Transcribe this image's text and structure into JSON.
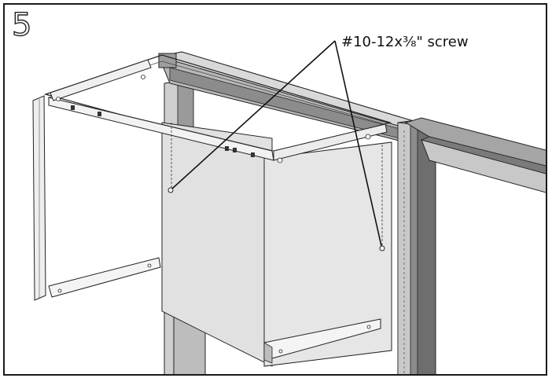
{
  "step": {
    "number": "5"
  },
  "callout": {
    "label": "#10-12x⅜\" screw",
    "count": 2
  },
  "colors": {
    "outline": "#222222",
    "panel": "#e2e2e2",
    "frame": "#8a8a8a",
    "frame_light": "#c9c9c9",
    "frame_dark": "#5c5c5c"
  }
}
